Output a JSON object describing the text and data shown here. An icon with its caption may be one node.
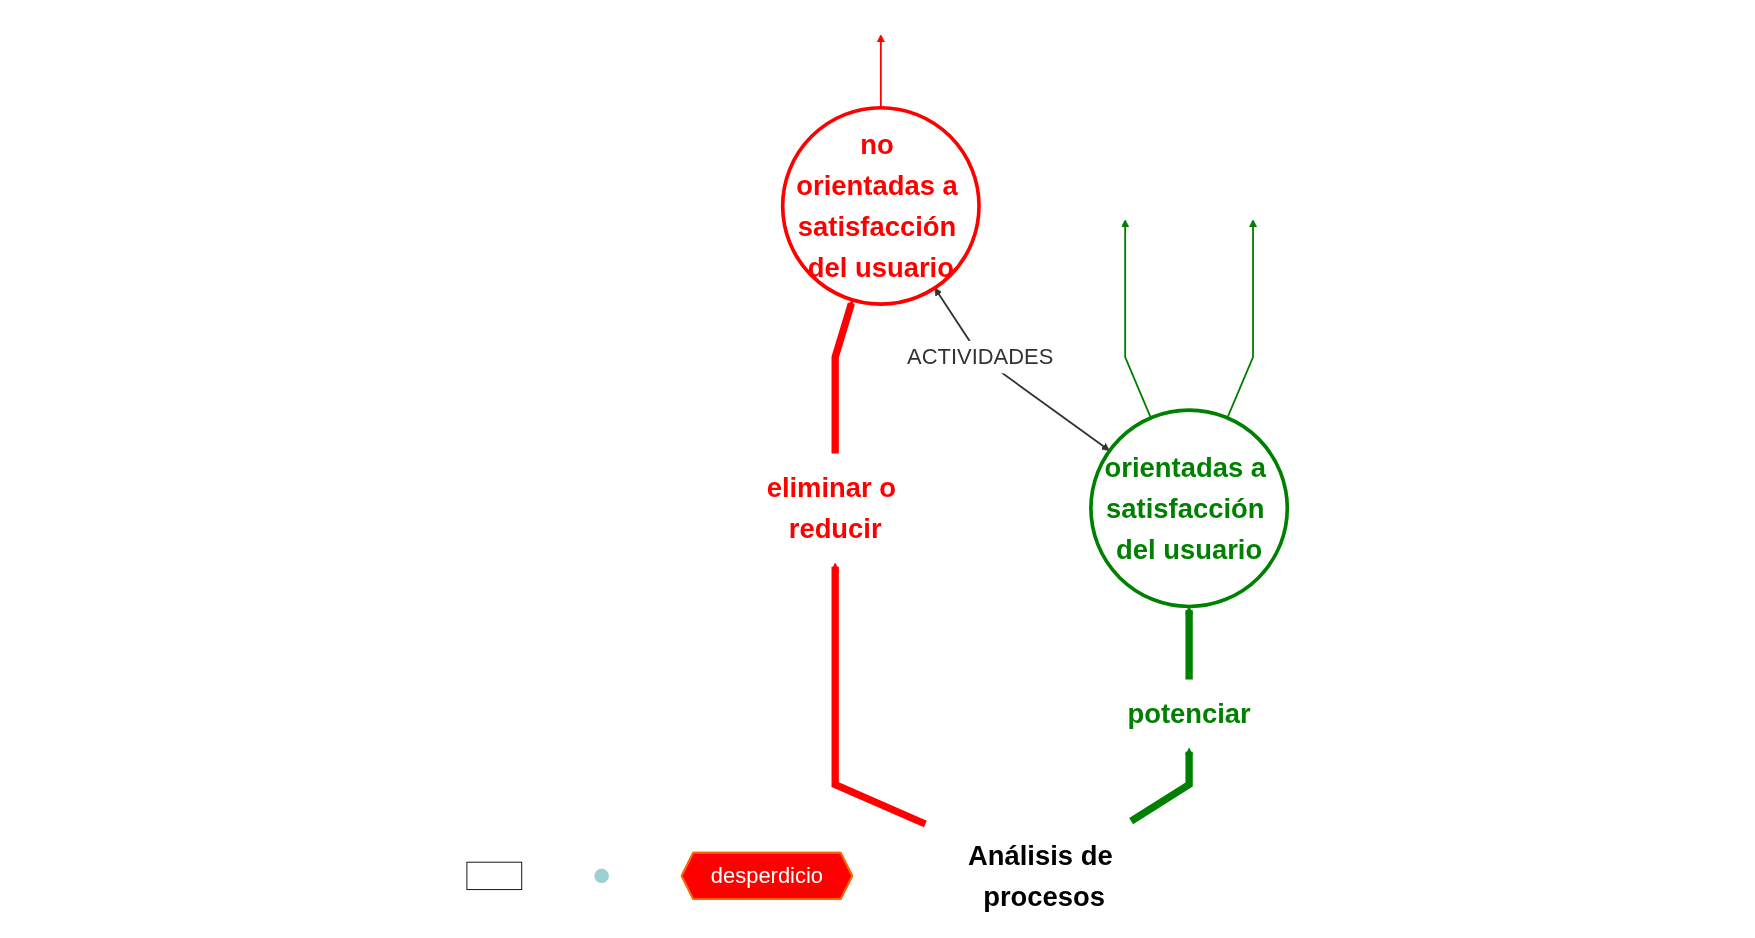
{
  "diagram": {
    "nodes": [
      {
        "text": [],
        "shape": "box"
      },
      {
        "text": [],
        "shape": "circle"
      },
      {
        "text": [
          "orientadas a satisfacción del usuario"
        ]
      },
      {
        "text": [
          "no orientadas a satisfacción del usuario"
        ]
      },
      {
        "text": [
          "desperdicio"
        ]
      },
      {
        "text": [
          "potenciar"
        ]
      },
      {
        "text": [
          "eliminar o reducir"
        ]
      },
      {
        "text": [
          "Análisis de procesos"
        ]
      }
    ],
    "edges": [
      {
        "from": 2,
        "to": 3,
        "arrow": "both",
        "label": "ACTIVIDADES"
      },
      {
        "from": 2,
        "to": null,
        "arrow": "to",
        "color": "#008000"
      },
      {
        "from": 2,
        "to": null,
        "arrow": "to",
        "color": "#008000"
      },
      {
        "from": 3,
        "to": null,
        "arrow": "to",
        "color": "#ff0000"
      },
      {
        "from": 5,
        "to": 2,
        "arrow": "to",
        "style": "thick",
        "color": "#008000"
      },
      {
        "from": 6,
        "to": 3,
        "arrow": "to",
        "style": "thick",
        "color": "#ff0000"
      },
      {
        "from": 7,
        "to": 5,
        "arrow": "to",
        "style": "thick",
        "color": "#008000"
      },
      {
        "from": 7,
        "to": 6,
        "arrow": "to",
        "style": "thick",
        "color": "#ff0000"
      }
    ]
  }
}
